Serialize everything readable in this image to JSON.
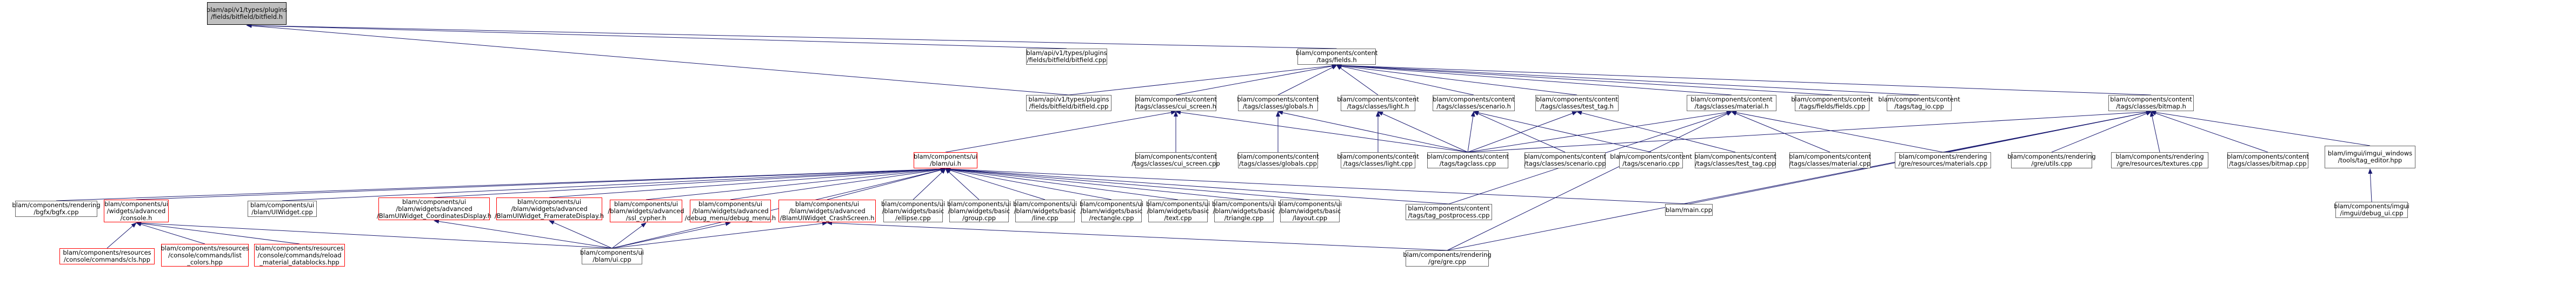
{
  "diagram_type": "include-dependency-graph",
  "colors": {
    "edge": "#191970",
    "node_border": "#666666",
    "node_border_truncated": "#ff0000",
    "focus_fill": "#bfbfbf"
  },
  "nodes": [
    {
      "id": "n0",
      "lines": [
        "blam/api/v1/types/plugins",
        "/fields/bitfield/bitfield.h"
      ],
      "focus": true
    },
    {
      "id": "n1",
      "lines": [
        "blam/api/v1/types/plugins",
        "/fields/bitfield/bitfield.cpp"
      ]
    },
    {
      "id": "n2",
      "lines": [
        "blam/components/content",
        "/tags/fields.h"
      ]
    },
    {
      "id": "n3",
      "lines": [
        "blam/api/v1/types/plugins",
        "/fields/bitfield/bitfield.cpp"
      ]
    },
    {
      "id": "n4",
      "lines": [
        "blam/components/content",
        "/tags/classes/cui_screen.h"
      ]
    },
    {
      "id": "n5",
      "lines": [
        "blam/components/content",
        "/tags/classes/globals.h"
      ]
    },
    {
      "id": "n6",
      "lines": [
        "blam/components/content",
        "/tags/classes/light.h"
      ]
    },
    {
      "id": "n7",
      "lines": [
        "blam/components/content",
        "/tags/classes/scenario.h"
      ]
    },
    {
      "id": "n8",
      "lines": [
        "blam/components/content",
        "/tags/classes/test_tag.h"
      ]
    },
    {
      "id": "n9",
      "lines": [
        "blam/components/content",
        "/tags/classes/material.h"
      ]
    },
    {
      "id": "n10",
      "lines": [
        "blam/components/content",
        "/tags/fields/fields.cpp"
      ]
    },
    {
      "id": "n11",
      "lines": [
        "blam/components/content",
        "/tags/tag_io.cpp"
      ]
    },
    {
      "id": "n12",
      "lines": [
        "blam/components/content",
        "/tags/classes/bitmap.h"
      ]
    },
    {
      "id": "n13",
      "lines": [
        "blam/components/content",
        "/tags/classes/cui_screen.cpp"
      ]
    },
    {
      "id": "n14",
      "lines": [
        "blam/components/ui",
        "/blam/ui.h"
      ],
      "truncated": true
    },
    {
      "id": "n15",
      "lines": [
        "blam/components/content",
        "/tags/classes/globals.cpp"
      ]
    },
    {
      "id": "n16",
      "lines": [
        "blam/components/content",
        "/tags/classes/light.cpp"
      ]
    },
    {
      "id": "n17",
      "lines": [
        "blam/components/content",
        "/tags/tagclass.cpp"
      ]
    },
    {
      "id": "n18",
      "lines": [
        "blam/components/content",
        "/tags/classes/scenario.cpp"
      ]
    },
    {
      "id": "n19",
      "lines": [
        "blam/components/content",
        "/tags/scenario.cpp"
      ]
    },
    {
      "id": "n20",
      "lines": [
        "blam/components/content",
        "/tags/classes/test_tag.cpp"
      ]
    },
    {
      "id": "n21",
      "lines": [
        "blam/components/content",
        "/tags/classes/material.cpp"
      ]
    },
    {
      "id": "n22",
      "lines": [
        "blam/components/rendering",
        "/gre/resources/materials.cpp"
      ]
    },
    {
      "id": "n23",
      "lines": [
        "blam/components/rendering",
        "/gre/utils.cpp"
      ]
    },
    {
      "id": "n24",
      "lines": [
        "blam/components/rendering",
        "/gre/resources/textures.cpp"
      ]
    },
    {
      "id": "n25",
      "lines": [
        "blam/components/content",
        "/tags/classes/bitmap.cpp"
      ]
    },
    {
      "id": "n26",
      "lines": [
        "blam/imgui/imgui_windows",
        "/tools/tag_editor.hpp"
      ]
    },
    {
      "id": "n27",
      "lines": [
        "blam/components/rendering",
        "/bgfx/bgfx.cpp"
      ]
    },
    {
      "id": "n28",
      "lines": [
        "blam/components/ui",
        "/widgets/advanced",
        "/console.h"
      ],
      "truncated": true
    },
    {
      "id": "n29",
      "lines": [
        "blam/components/ui",
        "/blam/UIWidget.cpp"
      ]
    },
    {
      "id": "n30",
      "lines": [
        "blam/components/ui",
        "/blam/widgets/advanced",
        "/BlamUIWidget_CoordinatesDisplay.h"
      ],
      "truncated": true
    },
    {
      "id": "n31",
      "lines": [
        "blam/components/ui",
        "/blam/widgets/advanced",
        "/BlamUIWidget_FramerateDisplay.h"
      ],
      "truncated": true
    },
    {
      "id": "n32",
      "lines": [
        "blam/components/ui",
        "/blam/widgets/advanced",
        "/ssl_cypher.h"
      ],
      "truncated": true
    },
    {
      "id": "n33",
      "lines": [
        "blam/components/ui",
        "/blam/widgets/advanced",
        "/debug_menu/debug_menu.h"
      ],
      "truncated": true
    },
    {
      "id": "n34",
      "lines": [
        "blam/components/ui",
        "/blam/widgets/advanced",
        "/BlamUIWidget_CrashScreen.h"
      ],
      "truncated": true
    },
    {
      "id": "n35",
      "lines": [
        "blam/components/ui",
        "/blam/widgets/basic",
        "/ellipse.cpp"
      ]
    },
    {
      "id": "n36",
      "lines": [
        "blam/components/ui",
        "/blam/widgets/basic",
        "/group.cpp"
      ]
    },
    {
      "id": "n37",
      "lines": [
        "blam/components/ui",
        "/blam/widgets/basic",
        "/line.cpp"
      ]
    },
    {
      "id": "n38",
      "lines": [
        "blam/components/ui",
        "/blam/widgets/basic",
        "/rectangle.cpp"
      ]
    },
    {
      "id": "n39",
      "lines": [
        "blam/components/ui",
        "/blam/widgets/basic",
        "/text.cpp"
      ]
    },
    {
      "id": "n40",
      "lines": [
        "blam/components/ui",
        "/blam/widgets/basic",
        "/triangle.cpp"
      ]
    },
    {
      "id": "n41",
      "lines": [
        "blam/components/ui",
        "/blam/widgets/basic",
        "/layout.cpp"
      ]
    },
    {
      "id": "n42",
      "lines": [
        "blam/components/content",
        "/tags/tag_postprocess.cpp"
      ]
    },
    {
      "id": "n43",
      "lines": [
        "blam/main.cpp"
      ]
    },
    {
      "id": "n44",
      "lines": [
        "blam/components/imgui",
        "/imgui/debug_ui.cpp"
      ]
    },
    {
      "id": "n45",
      "lines": [
        "blam/components/resources",
        "/console/commands/cls.hpp"
      ],
      "truncated": true
    },
    {
      "id": "n46",
      "lines": [
        "blam/components/resources",
        "/console/commands/list",
        "_colors.hpp"
      ],
      "truncated": true
    },
    {
      "id": "n47",
      "lines": [
        "blam/components/resources",
        "/console/commands/reload",
        "_material_datablocks.hpp"
      ],
      "truncated": true
    },
    {
      "id": "n48",
      "lines": [
        "blam/components/ui",
        "/blam/ui.cpp"
      ]
    },
    {
      "id": "n49",
      "lines": [
        "blam/components/rendering",
        "/gre/gre.cpp"
      ]
    }
  ],
  "edges": [
    [
      "n0",
      "n1"
    ],
    [
      "n0",
      "n2"
    ],
    [
      "n0",
      "n3"
    ],
    [
      "n2",
      "n4"
    ],
    [
      "n2",
      "n5"
    ],
    [
      "n2",
      "n6"
    ],
    [
      "n2",
      "n7"
    ],
    [
      "n2",
      "n8"
    ],
    [
      "n2",
      "n9"
    ],
    [
      "n2",
      "n10"
    ],
    [
      "n2",
      "n11"
    ],
    [
      "n2",
      "n12"
    ],
    [
      "n2",
      "n3"
    ],
    [
      "n4",
      "n13"
    ],
    [
      "n4",
      "n14"
    ],
    [
      "n4",
      "n17"
    ],
    [
      "n5",
      "n15"
    ],
    [
      "n5",
      "n17"
    ],
    [
      "n6",
      "n16"
    ],
    [
      "n6",
      "n17"
    ],
    [
      "n7",
      "n18"
    ],
    [
      "n7",
      "n19"
    ],
    [
      "n7",
      "n17"
    ],
    [
      "n8",
      "n20"
    ],
    [
      "n8",
      "n17"
    ],
    [
      "n9",
      "n21"
    ],
    [
      "n9",
      "n22"
    ],
    [
      "n9",
      "n17"
    ],
    [
      "n9",
      "n42"
    ],
    [
      "n9",
      "n49"
    ],
    [
      "n12",
      "n25"
    ],
    [
      "n12",
      "n24"
    ],
    [
      "n12",
      "n23"
    ],
    [
      "n12",
      "n22"
    ],
    [
      "n12",
      "n26"
    ],
    [
      "n12",
      "n17"
    ],
    [
      "n12",
      "n43"
    ],
    [
      "n12",
      "n49"
    ],
    [
      "n26",
      "n44"
    ],
    [
      "n14",
      "n27"
    ],
    [
      "n14",
      "n28"
    ],
    [
      "n14",
      "n29"
    ],
    [
      "n14",
      "n30"
    ],
    [
      "n14",
      "n31"
    ],
    [
      "n14",
      "n32"
    ],
    [
      "n14",
      "n33"
    ],
    [
      "n14",
      "n34"
    ],
    [
      "n14",
      "n35"
    ],
    [
      "n14",
      "n36"
    ],
    [
      "n14",
      "n37"
    ],
    [
      "n14",
      "n38"
    ],
    [
      "n14",
      "n39"
    ],
    [
      "n14",
      "n40"
    ],
    [
      "n14",
      "n41"
    ],
    [
      "n14",
      "n42"
    ],
    [
      "n14",
      "n43"
    ],
    [
      "n14",
      "n48"
    ],
    [
      "n28",
      "n45"
    ],
    [
      "n28",
      "n46"
    ],
    [
      "n28",
      "n47"
    ],
    [
      "n28",
      "n48"
    ],
    [
      "n30",
      "n48"
    ],
    [
      "n31",
      "n48"
    ],
    [
      "n32",
      "n48"
    ],
    [
      "n33",
      "n48"
    ],
    [
      "n34",
      "n48"
    ],
    [
      "n34",
      "n49"
    ]
  ]
}
